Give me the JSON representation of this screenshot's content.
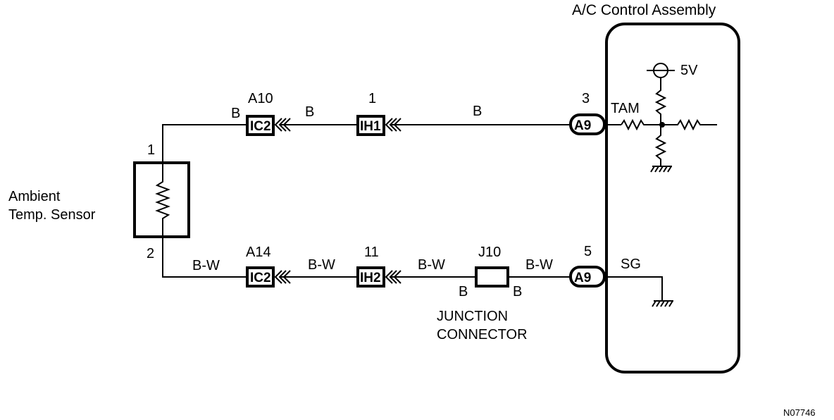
{
  "assembly": {
    "title": "A/C Control Assembly",
    "supply": "5V",
    "tam_label": "TAM",
    "sg_label": "SG"
  },
  "sensor": {
    "line1": "Ambient",
    "line2": "Temp. Sensor",
    "pin_top": "1",
    "pin_bottom": "2"
  },
  "top_circuit": {
    "wire_at_sensor": "B",
    "conn1": {
      "id": "A10",
      "label": "IC2"
    },
    "wire_between_1": "B",
    "conn2": {
      "pin": "1",
      "label": "IH1"
    },
    "wire_between_2": "B",
    "ecu_pin": {
      "pin": "3",
      "label": "A9"
    }
  },
  "bottom_circuit": {
    "wire_at_sensor": "B-W",
    "conn1": {
      "id": "A14",
      "label": "IC2"
    },
    "wire_between_1": "B-W",
    "conn2": {
      "pin": "11",
      "label": "IH2"
    },
    "wire_between_2": "B-W",
    "junction": {
      "id": "J10",
      "left": "B",
      "right": "B",
      "name_line1": "JUNCTION",
      "name_line2": "CONNECTOR"
    },
    "wire_between_3": "B-W",
    "ecu_pin": {
      "pin": "5",
      "label": "A9"
    }
  },
  "figure_code": "N07746"
}
